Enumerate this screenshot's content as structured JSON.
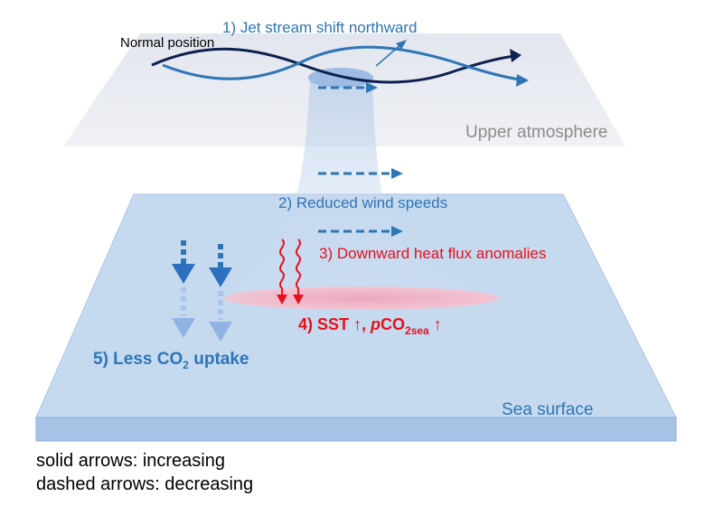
{
  "labels": {
    "jet_stream_shift": "1) Jet stream shift northward",
    "normal_position": "Normal position",
    "upper_atmosphere": "Upper atmosphere",
    "reduced_wind_speeds": "2) Reduced wind speeds",
    "downward_heat_flux": "3) Downward heat flux anomalies",
    "sst_prefix": "4) SST ↑, ",
    "pco2_p": "p",
    "pco2_co": "CO",
    "pco2_sub": "2sea",
    "pco2_arrow": " ↑",
    "less_uptake_prefix": "5) Less CO",
    "less_uptake_sub": "2",
    "less_uptake_suffix": " uptake",
    "sea_surface": "Sea surface"
  },
  "legend": {
    "solid": "solid arrows: increasing",
    "dashed": "dashed arrows: decreasing"
  },
  "colors": {
    "blue_text": "#2e75b6",
    "red_text": "#e8101a",
    "gray_text": "#8c8c8c",
    "sea": "#c5d9ef",
    "sea_edge": "#9fbde0",
    "atmosphere": "#e3e6ee",
    "jet_dark": "#0d2050",
    "jet_blue": "#2e75b6"
  }
}
